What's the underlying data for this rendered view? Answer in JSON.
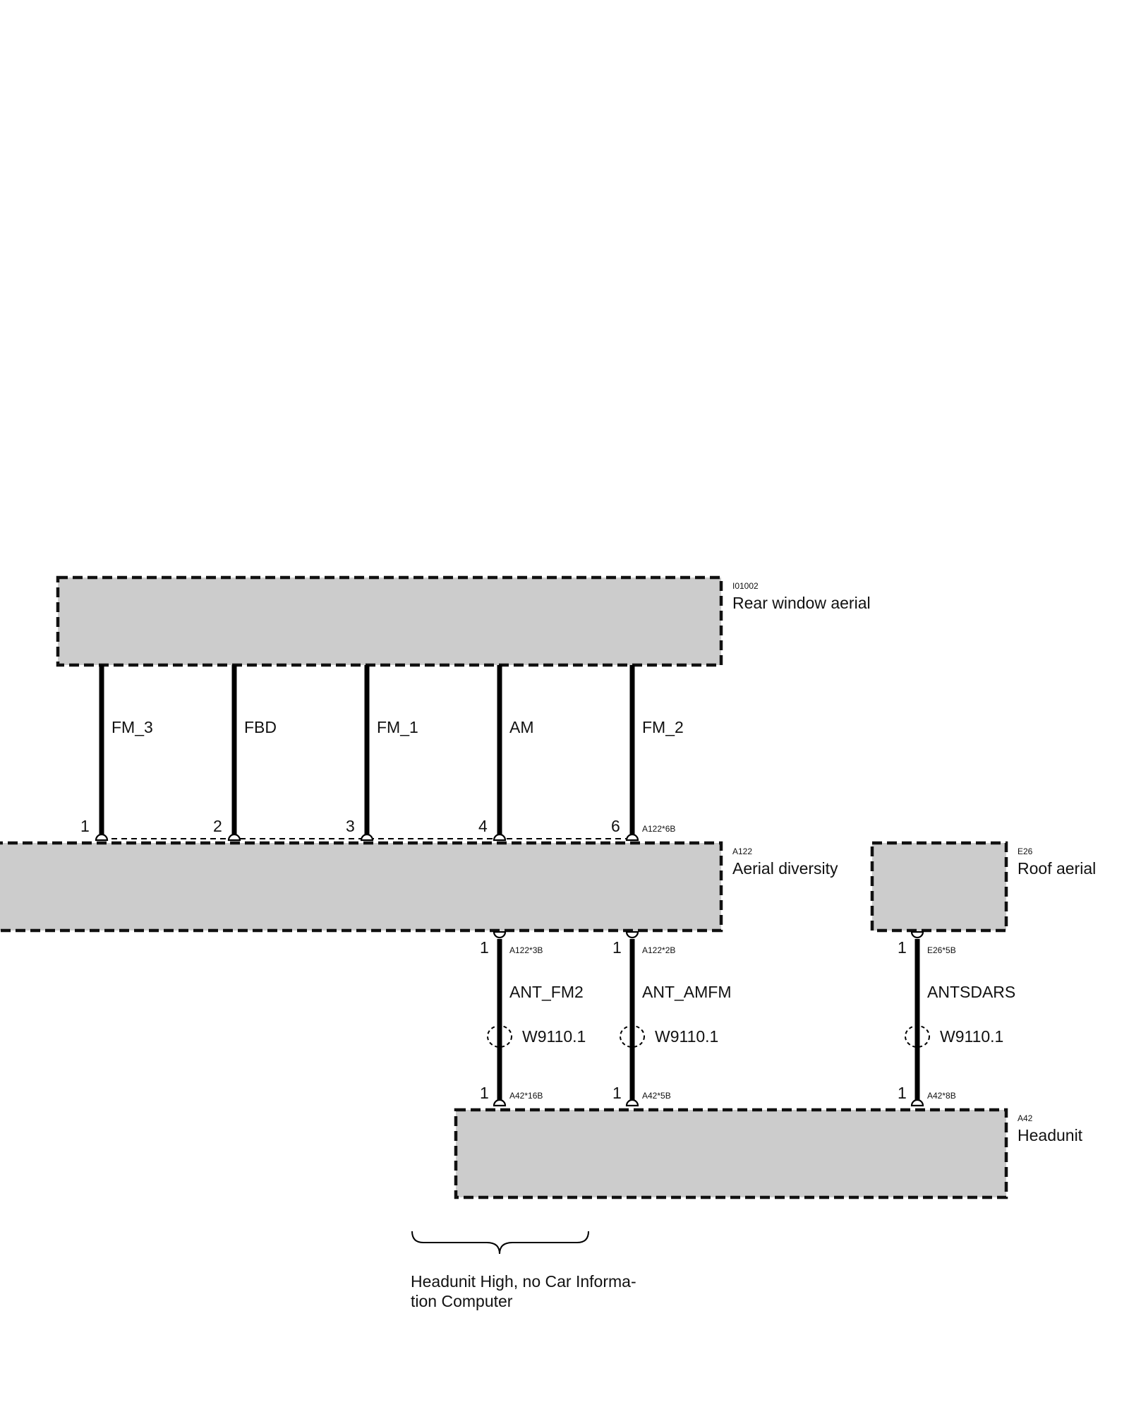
{
  "components": {
    "rear_window_aerial": {
      "code": "I01002",
      "name": "Rear window aerial"
    },
    "aerial_diversity": {
      "code": "A122",
      "name": "Aerial diversity"
    },
    "roof_aerial": {
      "code": "E26",
      "name": "Roof aerial"
    },
    "headunit": {
      "code": "A42",
      "name": "Headunit"
    }
  },
  "top_wires": [
    {
      "signal": "FM_3",
      "pin": "1"
    },
    {
      "signal": "FBD",
      "pin": "2"
    },
    {
      "signal": "FM_1",
      "pin": "3"
    },
    {
      "signal": "AM",
      "pin": "4"
    },
    {
      "signal": "FM_2",
      "pin": "6"
    }
  ],
  "top_connector": "A122*6B",
  "bottom_wires": [
    {
      "signal": "ANT_FM2",
      "upper_pin": "1",
      "upper_connector": "A122*3B",
      "cable": "W9110.1",
      "lower_pin": "1",
      "lower_connector": "A42*16B"
    },
    {
      "signal": "ANT_AMFM",
      "upper_pin": "1",
      "upper_connector": "A122*2B",
      "cable": "W9110.1",
      "lower_pin": "1",
      "lower_connector": "A42*5B"
    },
    {
      "signal": "ANTSDARS",
      "upper_pin": "1",
      "upper_connector": "E26*5B",
      "cable": "W9110.1",
      "lower_pin": "1",
      "lower_connector": "A42*8B"
    }
  ],
  "variant_note": {
    "line1": "Headunit High, no Car Informa-",
    "line2": "tion Computer"
  }
}
